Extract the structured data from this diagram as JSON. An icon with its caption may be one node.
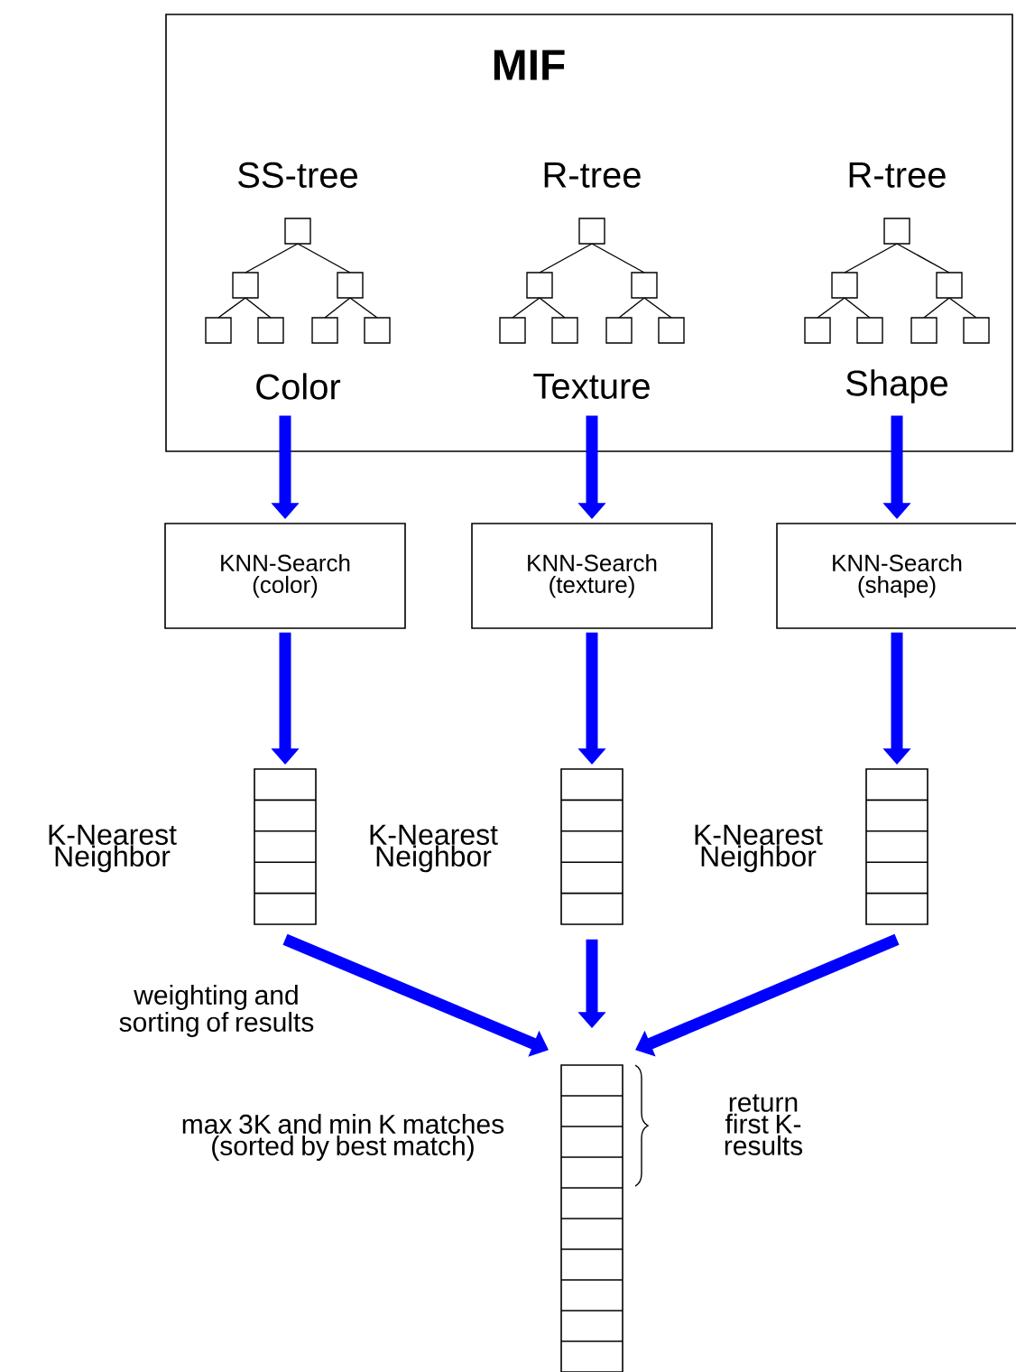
{
  "diagram": {
    "nodes": [
      {
        "text": [
          "MIF"
        ]
      },
      {
        "text": [
          "SS-tree",
          "Color"
        ],
        "in": 0
      },
      {
        "text": [
          "R-tree",
          "Texture"
        ],
        "in": 0
      },
      {
        "text": [
          "R-tree",
          "Shape"
        ],
        "in": 0
      },
      {
        "text": [
          "KNN-Search (color)"
        ]
      },
      {
        "text": [
          "KNN-Search (texture)"
        ]
      },
      {
        "text": [
          "KNN-Search (shape)"
        ]
      },
      {
        "text": [],
        "shape": "box",
        "beside": [
          "K-Nearest Neighbor"
        ]
      },
      {
        "text": [],
        "shape": "box",
        "beside": [
          "K-Nearest Neighbor"
        ]
      },
      {
        "text": [],
        "shape": "box",
        "beside": [
          "K-Nearest Neighbor"
        ]
      },
      {
        "text": [],
        "shape": "box",
        "beside": [
          "max 3K and min K matches (sorted by best match)",
          "return first K-results"
        ]
      }
    ],
    "edges": [
      {
        "from": 1,
        "to": 4,
        "arrow": "to"
      },
      {
        "from": 2,
        "to": 5,
        "arrow": "to"
      },
      {
        "from": 3,
        "to": 6,
        "arrow": "to"
      },
      {
        "from": 4,
        "to": 7,
        "arrow": "to"
      },
      {
        "from": 5,
        "to": 8,
        "arrow": "to"
      },
      {
        "from": 6,
        "to": 9,
        "arrow": "to"
      },
      {
        "from": 7,
        "to": 10,
        "arrow": "to",
        "label": "weighting and sorting of results"
      },
      {
        "from": 8,
        "to": 10,
        "arrow": "to"
      },
      {
        "from": 9,
        "to": 10,
        "arrow": "to"
      }
    ]
  }
}
